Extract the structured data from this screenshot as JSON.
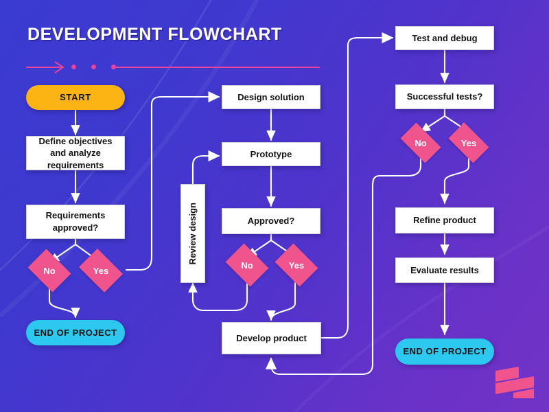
{
  "page": {
    "title": "DEVELOPMENT FLOWCHART",
    "background_from": "#3a3bd0",
    "background_to": "#7233c6"
  },
  "decoration": {
    "arrow_icon": "arrow-right-icon",
    "accent_color": "#e8439a",
    "dot_count": 3
  },
  "logo": {
    "name": "brand-logo",
    "color": "#f0548c",
    "bars": 3
  },
  "palette": {
    "process_fill": "#ffffff",
    "decision_fill": "#f0548c",
    "start_fill": "#fcb415",
    "end_fill": "#2cc8f0",
    "connector": "#ffffff",
    "text_dark": "#141414",
    "text_light": "#ffffff"
  },
  "chart_data": {
    "type": "diagram",
    "diagram_type": "flowchart",
    "title": "DEVELOPMENT FLOWCHART",
    "nodes": [
      {
        "id": "start",
        "label": "START",
        "shape": "terminator",
        "column": "left",
        "fill": "#fcb415"
      },
      {
        "id": "define",
        "label": "Define objectives and analyze requirements",
        "shape": "process",
        "column": "left",
        "fill": "#ffffff"
      },
      {
        "id": "req_approved",
        "label": "Requirements approved?",
        "shape": "process",
        "column": "left",
        "fill": "#ffffff"
      },
      {
        "id": "req_no",
        "label": "No",
        "shape": "decision",
        "column": "left",
        "fill": "#f0548c"
      },
      {
        "id": "req_yes",
        "label": "Yes",
        "shape": "decision",
        "column": "left",
        "fill": "#f0548c"
      },
      {
        "id": "end_left",
        "label": "END OF PROJECT",
        "shape": "terminator",
        "column": "left",
        "fill": "#2cc8f0"
      },
      {
        "id": "design",
        "label": "Design solution",
        "shape": "process",
        "column": "middle",
        "fill": "#ffffff"
      },
      {
        "id": "prototype",
        "label": "Prototype",
        "shape": "process",
        "column": "middle",
        "fill": "#ffffff"
      },
      {
        "id": "approved",
        "label": "Approved?",
        "shape": "process",
        "column": "middle",
        "fill": "#ffffff"
      },
      {
        "id": "app_no",
        "label": "No",
        "shape": "decision",
        "column": "middle",
        "fill": "#f0548c"
      },
      {
        "id": "app_yes",
        "label": "Yes",
        "shape": "decision",
        "column": "middle",
        "fill": "#f0548c"
      },
      {
        "id": "review",
        "label": "Review design",
        "shape": "process",
        "column": "middle",
        "fill": "#ffffff",
        "orientation": "vertical"
      },
      {
        "id": "develop",
        "label": "Develop product",
        "shape": "process",
        "column": "middle",
        "fill": "#ffffff"
      },
      {
        "id": "test",
        "label": "Test and debug",
        "shape": "process",
        "column": "right",
        "fill": "#ffffff"
      },
      {
        "id": "success",
        "label": "Successful tests?",
        "shape": "process",
        "column": "right",
        "fill": "#ffffff"
      },
      {
        "id": "suc_no",
        "label": "No",
        "shape": "decision",
        "column": "right",
        "fill": "#f0548c"
      },
      {
        "id": "suc_yes",
        "label": "Yes",
        "shape": "decision",
        "column": "right",
        "fill": "#f0548c"
      },
      {
        "id": "refine",
        "label": "Refine product",
        "shape": "process",
        "column": "right",
        "fill": "#ffffff"
      },
      {
        "id": "evaluate",
        "label": "Evaluate results",
        "shape": "process",
        "column": "right",
        "fill": "#ffffff"
      },
      {
        "id": "end_right",
        "label": "END OF PROJECT",
        "shape": "terminator",
        "column": "right",
        "fill": "#2cc8f0"
      }
    ],
    "edges": [
      {
        "from": "start",
        "to": "define"
      },
      {
        "from": "define",
        "to": "req_approved"
      },
      {
        "from": "req_approved",
        "to": "req_no"
      },
      {
        "from": "req_approved",
        "to": "req_yes"
      },
      {
        "from": "req_no",
        "to": "end_left"
      },
      {
        "from": "req_yes",
        "to": "design"
      },
      {
        "from": "design",
        "to": "prototype"
      },
      {
        "from": "prototype",
        "to": "approved"
      },
      {
        "from": "approved",
        "to": "app_no"
      },
      {
        "from": "approved",
        "to": "app_yes"
      },
      {
        "from": "app_no",
        "to": "review"
      },
      {
        "from": "review",
        "to": "prototype"
      },
      {
        "from": "app_yes",
        "to": "develop"
      },
      {
        "from": "develop",
        "to": "test"
      },
      {
        "from": "test",
        "to": "success"
      },
      {
        "from": "success",
        "to": "suc_no"
      },
      {
        "from": "success",
        "to": "suc_yes"
      },
      {
        "from": "suc_no",
        "to": "develop"
      },
      {
        "from": "suc_yes",
        "to": "refine"
      },
      {
        "from": "refine",
        "to": "evaluate"
      },
      {
        "from": "evaluate",
        "to": "end_right"
      }
    ]
  }
}
